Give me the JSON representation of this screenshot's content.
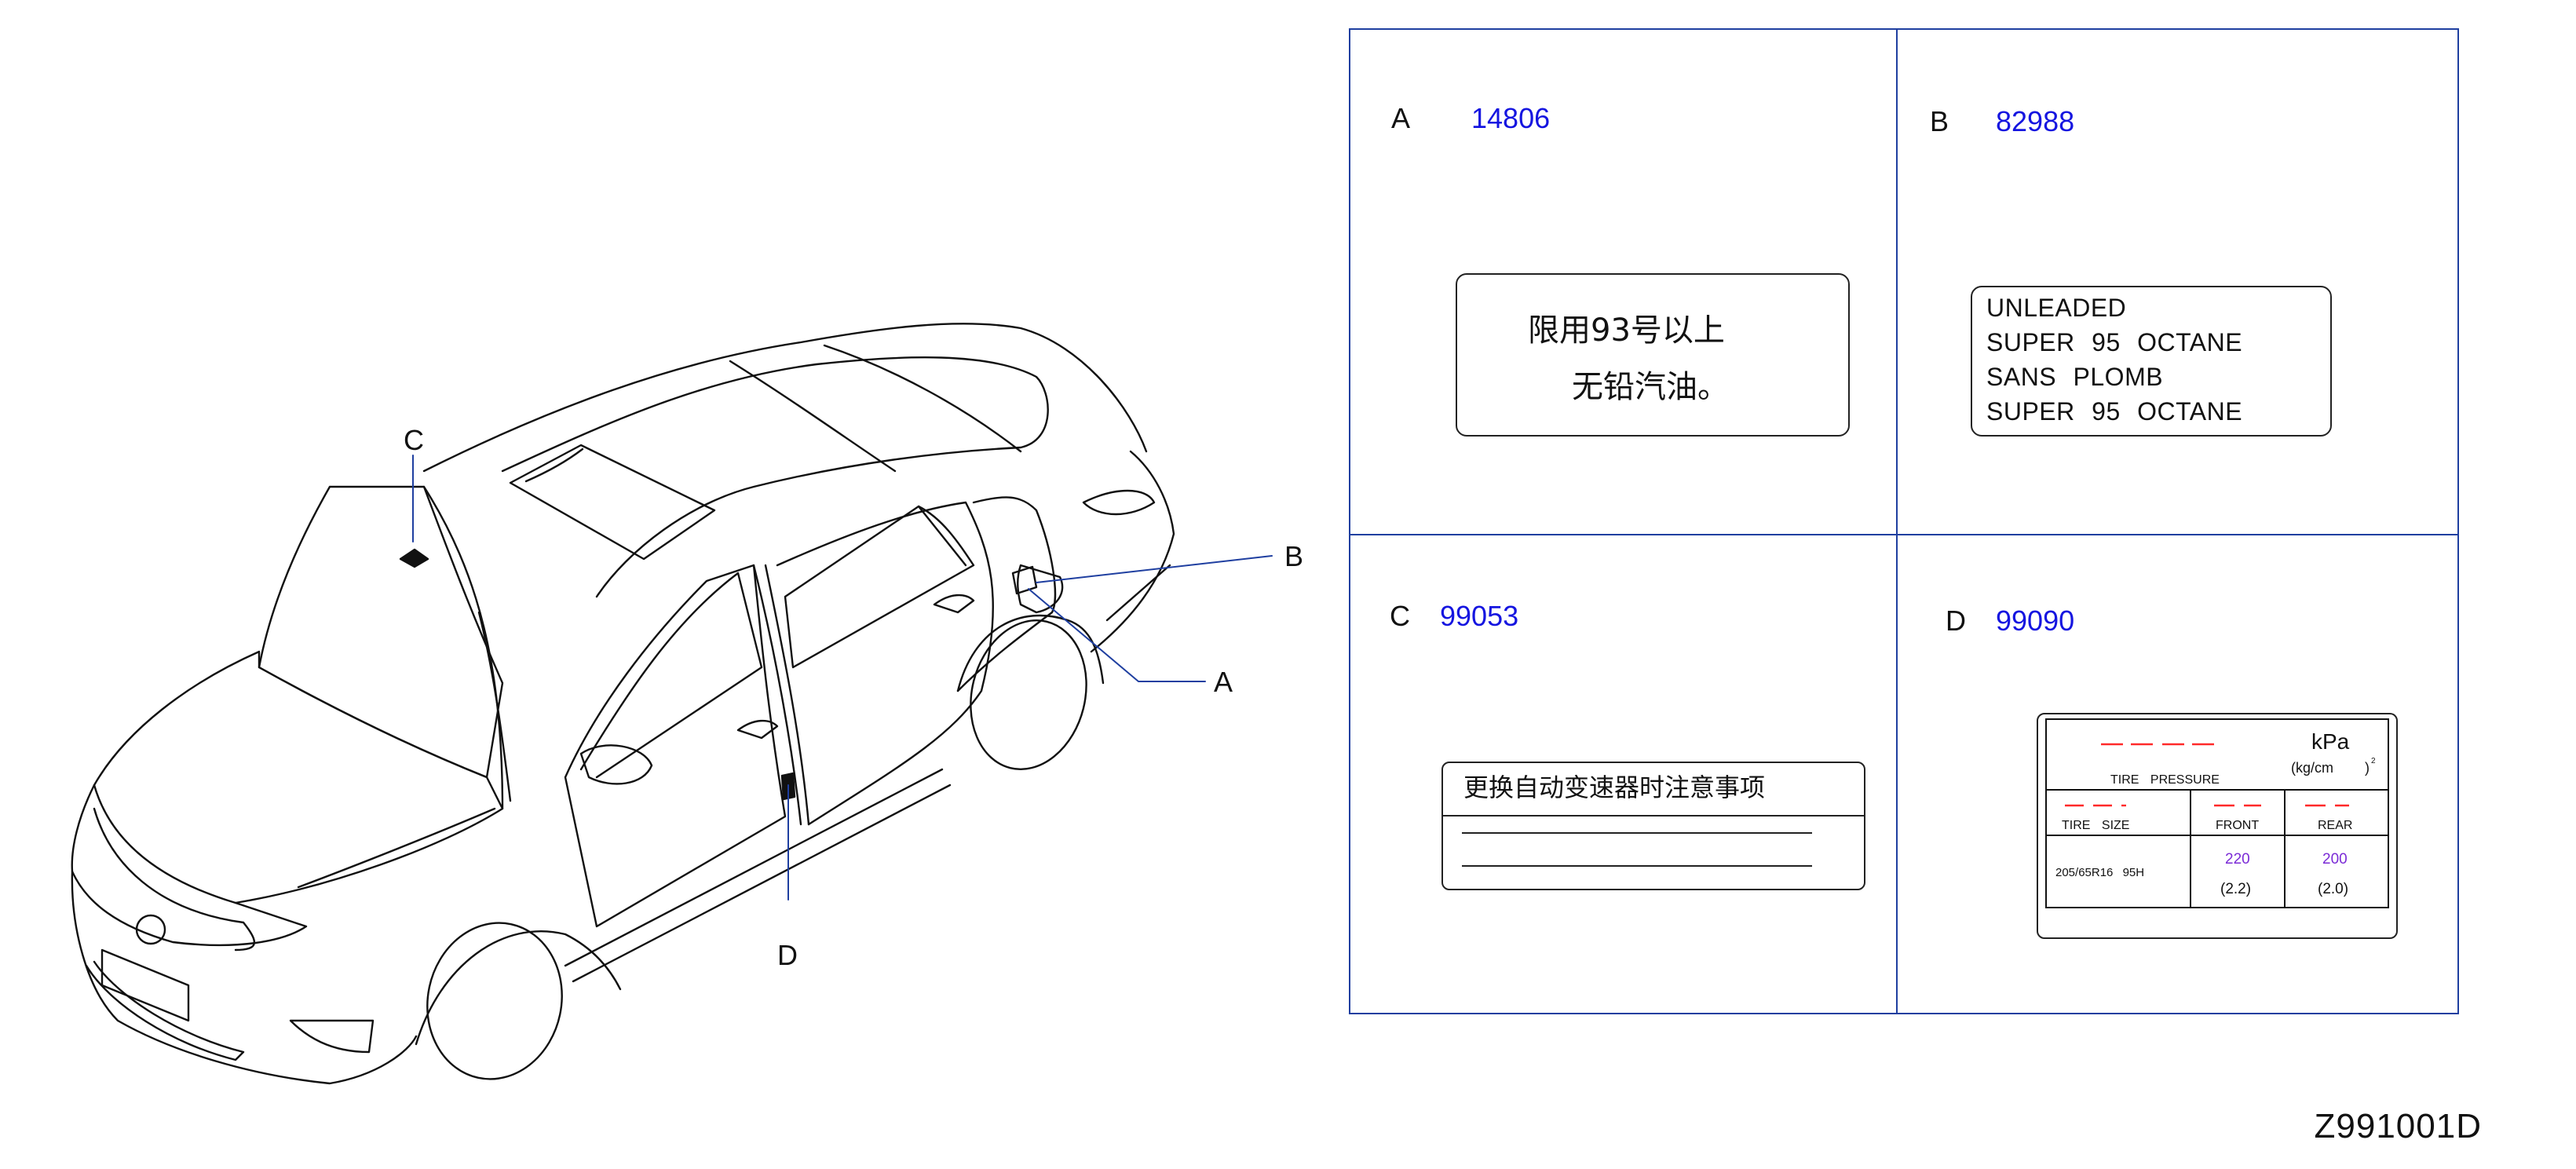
{
  "diagram_code": "Z991001D",
  "colors": {
    "panel_border": "#1f3fa0",
    "part_number": "#1515e0",
    "dash_red": "#ff2a2a",
    "pressure_purple": "#7b2bd6",
    "line": "#111111"
  },
  "callouts": {
    "a": "A",
    "b": "B",
    "c": "C",
    "d": "D"
  },
  "cells": {
    "a": {
      "letter": "A",
      "part_number": "14806"
    },
    "b": {
      "letter": "B",
      "part_number": "82988"
    },
    "c": {
      "letter": "C",
      "part_number": "99053"
    },
    "d": {
      "letter": "D",
      "part_number": "99090"
    }
  },
  "label_a": {
    "line1": "限用93号以上",
    "line2": "无铅汽油。"
  },
  "label_b": {
    "lines": [
      "UNLEADED",
      "SUPER 95 OCTANE",
      "SANS PLOMB",
      "SUPER 95 OCTANE"
    ]
  },
  "label_c": {
    "title": "更换自动变速器时注意事项"
  },
  "label_d": {
    "unit": "kPa",
    "unit_alt": "(kg/cm",
    "unit_alt_close": ")",
    "unit_sup": "2",
    "tire_pressure": "TIRE PRESSURE",
    "tire_size_label": "TIRE SIZE",
    "front_label": "FRONT",
    "rear_label": "REAR",
    "tire_size": "205/65R16 95H",
    "front_kpa": "220",
    "front_kgcm": "(2.2)",
    "rear_kpa": "200",
    "rear_kgcm": "(2.0)"
  }
}
